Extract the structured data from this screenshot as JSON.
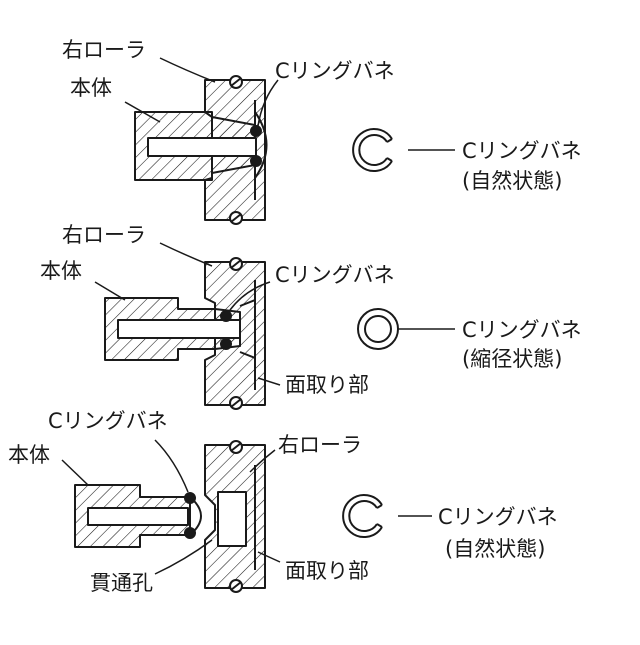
{
  "panels": [
    {
      "label_roller": "右ローラ",
      "label_body": "本体",
      "label_ring": "Cリングバネ",
      "ring_label": "Cリングバネ",
      "ring_state": "(自然状態)"
    },
    {
      "label_roller": "右ローラ",
      "label_body": "本体",
      "label_ring": "Cリングバネ",
      "label_chamfer": "面取り部",
      "ring_label": "Cリングバネ",
      "ring_state": "(縮径状態)"
    },
    {
      "label_ring": "Cリングバネ",
      "label_body": "本体",
      "label_roller": "右ローラ",
      "label_chamfer": "面取り部",
      "label_hole": "貫通孔",
      "ring_label": "Cリングバネ",
      "ring_state": "(自然状態)"
    }
  ],
  "colors": {
    "line": "#1a1a1a",
    "background": "#ffffff"
  }
}
